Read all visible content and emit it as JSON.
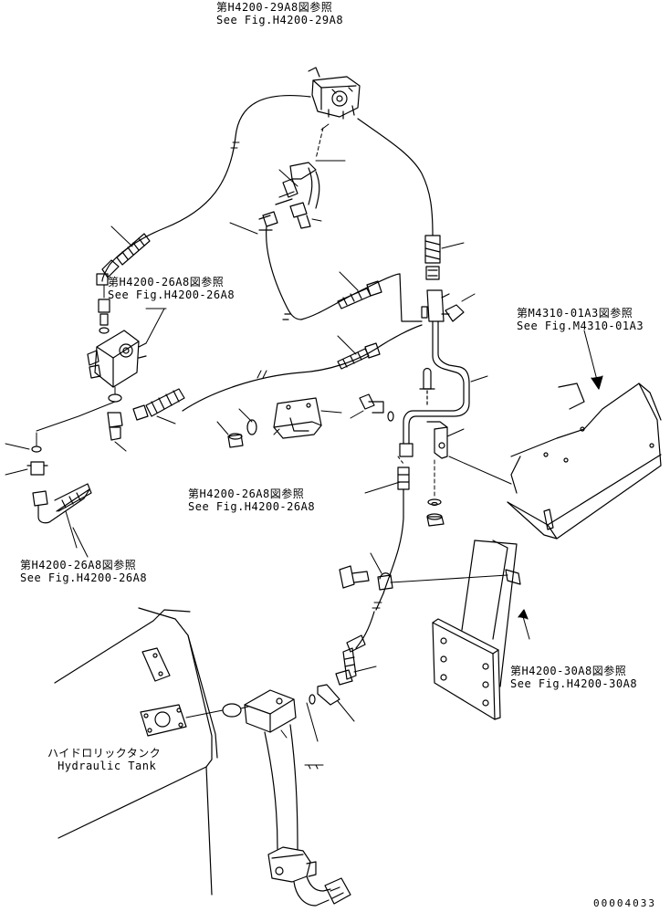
{
  "references": [
    {
      "id": "ref-h4200-29a8",
      "jp": "第H4200-29A8図参照",
      "en": "See Fig.H4200-29A8"
    },
    {
      "id": "ref-h4200-26a8-top",
      "jp": "第H4200-26A8図参照",
      "en": "See Fig.H4200-26A8"
    },
    {
      "id": "ref-m4310-01a3",
      "jp": "第M4310-01A3図参照",
      "en": "See Fig.M4310-01A3"
    },
    {
      "id": "ref-h4200-26a8-mid",
      "jp": "第H4200-26A8図参照",
      "en": "See Fig.H4200-26A8"
    },
    {
      "id": "ref-h4200-26a8-left",
      "jp": "第H4200-26A8図参照",
      "en": "See Fig.H4200-26A8"
    },
    {
      "id": "ref-h4200-30a8",
      "jp": "第H4200-30A8図参照",
      "en": "See Fig.H4200-30A8"
    }
  ],
  "tank": {
    "jp": "ハイドロリックタンク",
    "en": "Hydraulic Tank"
  },
  "drawing_number": "00004033",
  "colors": {
    "ink": "#000000",
    "paper": "#ffffff"
  }
}
